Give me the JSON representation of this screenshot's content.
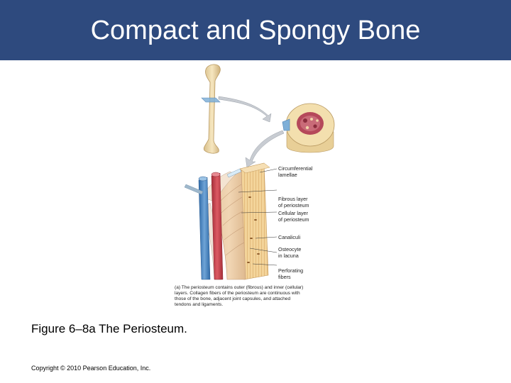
{
  "slide": {
    "title": "Compact and Spongy Bone",
    "figure_caption": "Figure 6–8a The Periosteum.",
    "copyright": "Copyright © 2010 Pearson Education, Inc."
  },
  "figure": {
    "labels": {
      "circumferential_1": "Circumferential",
      "circumferential_2": "lamellae",
      "fibrous_1": "Fibrous layer",
      "fibrous_2": "of periosteum",
      "cellular_1": "Cellular layer",
      "cellular_2": "of periosteum",
      "canaliculi": "Canaliculi",
      "osteocyte_1": "Osteocyte",
      "osteocyte_2": "in lacuna",
      "perforating_1": "Perforating",
      "perforating_2": "fibers"
    },
    "panel_caption": [
      "(a) The periosteum contains outer (fibrous) and inner (cellular)",
      "layers. Collagen fibers of the periosteum are continuous with",
      "those of the bone, adjacent joint capsules, and attached",
      "tendons and ligaments."
    ]
  },
  "colors": {
    "title_bar": "#2e4a7e",
    "bone": "#eedcae",
    "spongy": "#b5485a",
    "artery": "#c0404a",
    "vein": "#4a86c0",
    "arrow": "#c8ccd2"
  }
}
